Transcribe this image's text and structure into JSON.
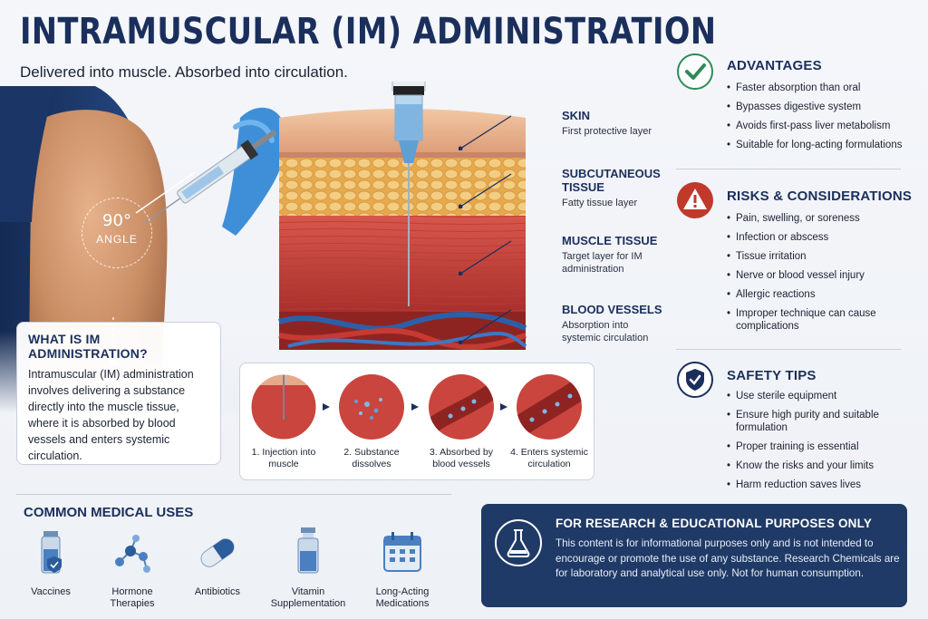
{
  "title": "INTRAMUSCULAR (IM) ADMINISTRATION",
  "subtitle": "Delivered into muscle. Absorbed into circulation.",
  "angle": {
    "degrees": "90°",
    "label": "ANGLE"
  },
  "what_is": {
    "heading": "WHAT IS IM ADMINISTRATION?",
    "body": "Intramuscular (IM) administration involves delivering a substance directly into the muscle tissue, where it is absorbed by blood vessels and enters systemic circulation."
  },
  "layers": [
    {
      "name": "SKIN",
      "desc": "First protective layer"
    },
    {
      "name": "SUBCUTANEOUS TISSUE",
      "desc": "Fatty tissue layer"
    },
    {
      "name": "MUSCLE TISSUE",
      "desc": "Target layer for IM administration"
    },
    {
      "name": "BLOOD VESSELS",
      "desc": "Absorption into systemic circulation"
    }
  ],
  "steps": [
    "1. Injection into muscle",
    "2. Substance dissolves",
    "3. Absorbed by blood vessels",
    "4. Enters systemic circulation"
  ],
  "advantages": {
    "title": "ADVANTAGES",
    "icon": "check-icon",
    "items": [
      "Faster absorption than oral",
      "Bypasses digestive system",
      "Avoids first-pass liver metabolism",
      "Suitable for long-acting formulations"
    ]
  },
  "risks": {
    "title": "RISKS & CONSIDERATIONS",
    "icon": "warning-icon",
    "items": [
      "Pain, swelling, or soreness",
      "Infection or abscess",
      "Tissue irritation",
      "Nerve or blood vessel injury",
      "Allergic reactions",
      "Improper technique can cause complications"
    ]
  },
  "safety": {
    "title": "SAFETY TIPS",
    "icon": "shield-check-icon",
    "items": [
      "Use sterile equipment",
      "Ensure high purity and suitable formulation",
      "Proper training is essential",
      "Know the risks and your limits",
      "Harm reduction saves lives"
    ]
  },
  "uses": {
    "title": "COMMON MEDICAL USES",
    "items": [
      {
        "label": "Vaccines",
        "icon": "vaccine-vial-icon"
      },
      {
        "label": "Hormone Therapies",
        "icon": "molecule-icon"
      },
      {
        "label": "Antibiotics",
        "icon": "capsule-icon"
      },
      {
        "label": "Vitamin Supplementation",
        "icon": "vitamin-vial-icon"
      },
      {
        "label": "Long-Acting Medications",
        "icon": "calendar-icon"
      }
    ]
  },
  "disclaimer": {
    "title": "FOR RESEARCH & EDUCATIONAL PURPOSES ONLY",
    "body": "This content is for informational purposes only and is not intended to encourage or promote the use of any substance. Research Chemicals are for laboratory and analytical use only. Not for human consumption.",
    "icon": "flask-icon"
  },
  "colors": {
    "navy": "#1b2f5c",
    "green": "#2e8b57",
    "red": "#c0392b",
    "muscle": "#c9453d",
    "fat": "#e7b35f",
    "skin": "#eab48f"
  }
}
